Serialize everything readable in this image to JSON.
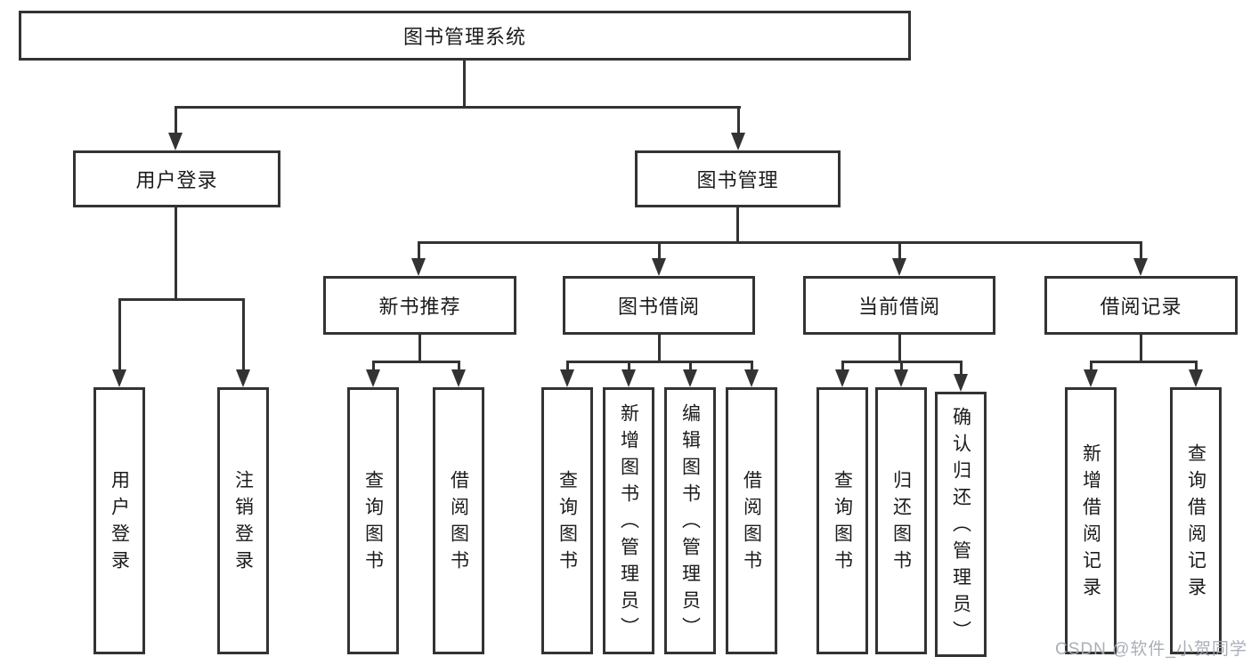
{
  "tree": {
    "root": {
      "label": "图书管理系统"
    },
    "branches": [
      {
        "label": "用户登录",
        "children": [
          {
            "label": "用户登录"
          },
          {
            "label": "注销登录"
          }
        ]
      },
      {
        "label": "图书管理",
        "children": [
          {
            "label": "新书推荐",
            "children": [
              {
                "label": "查询图书"
              },
              {
                "label": "借阅图书"
              }
            ]
          },
          {
            "label": "图书借阅",
            "children": [
              {
                "label": "查询图书"
              },
              {
                "label": "新增图书（管理员）"
              },
              {
                "label": "编辑图书（管理员）"
              },
              {
                "label": "借阅图书"
              }
            ]
          },
          {
            "label": "当前借阅",
            "children": [
              {
                "label": "查询图书"
              },
              {
                "label": "归还图书"
              },
              {
                "label": "确认归还（管理员）"
              }
            ]
          },
          {
            "label": "借阅记录",
            "children": [
              {
                "label": "新增借阅记录"
              },
              {
                "label": "查询借阅记录"
              }
            ]
          }
        ]
      }
    ]
  },
  "watermark": "CSDN @软件_小贺同学",
  "colors": {
    "line": "#333333",
    "text": "#1b1b1b",
    "watermark": "#a5aab4"
  }
}
